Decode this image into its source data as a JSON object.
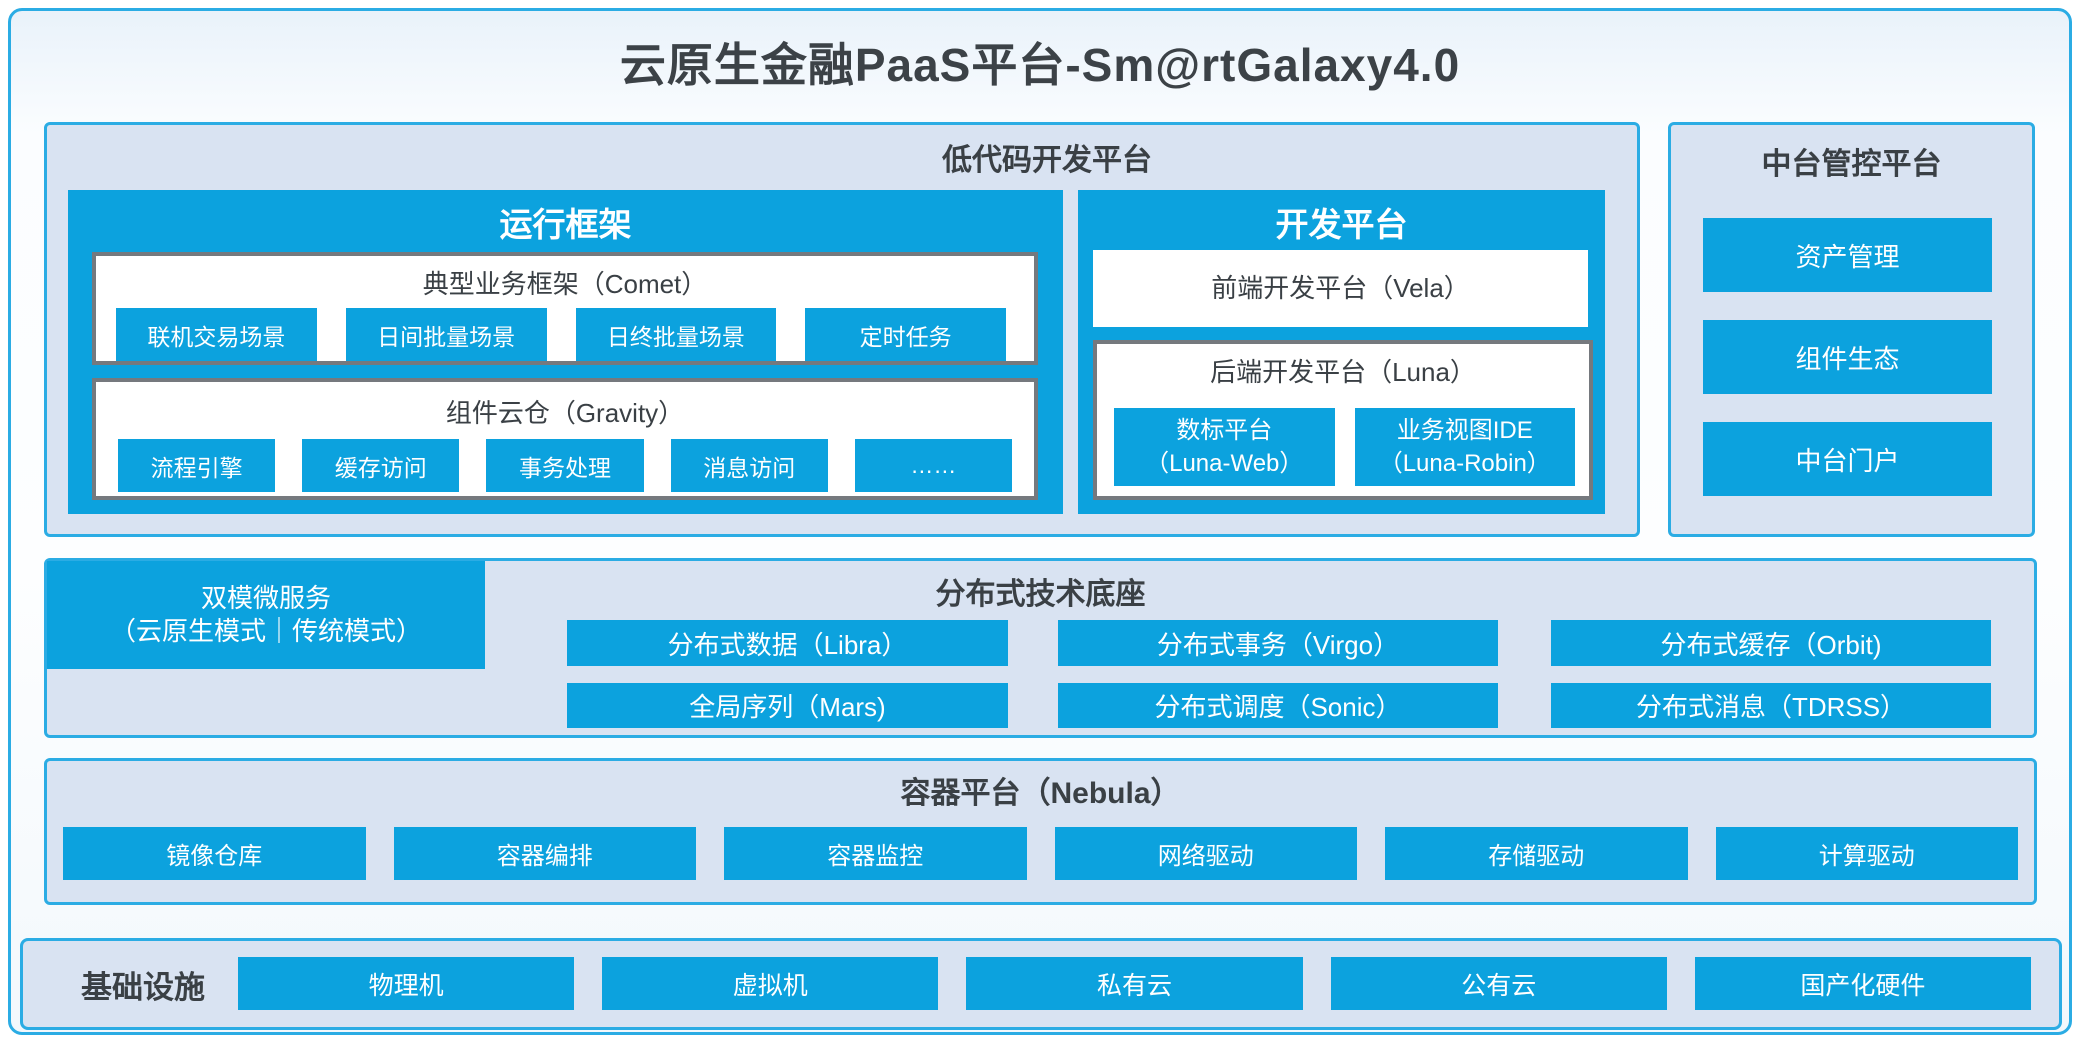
{
  "title": "云原生金融PaaS平台-Sm@rtGalaxy4.0",
  "colors": {
    "accent_blue": "#0CA2DE",
    "border_cyan": "#2BACE4",
    "panel_bg": "#D9E3F2",
    "dark_text": "#3A4045",
    "gray_box_border": "#75797E",
    "white": "#FFFFFF"
  },
  "low_code": {
    "title": "低代码开发平台",
    "runtime": {
      "title": "运行框架",
      "comet": {
        "title": "典型业务框架（Comet）",
        "items": [
          "联机交易场景",
          "日间批量场景",
          "日终批量场景",
          "定时任务"
        ]
      },
      "gravity": {
        "title": "组件云仓（Gravity）",
        "items": [
          "流程引擎",
          "缓存访问",
          "事务处理",
          "消息访问",
          "……"
        ]
      }
    },
    "dev": {
      "title": "开发平台",
      "vela_title": "前端开发平台（Vela）",
      "luna": {
        "title": "后端开发平台（Luna）",
        "items": [
          {
            "line1": "数标平台",
            "line2": "（Luna-Web）"
          },
          {
            "line1": "业务视图IDE",
            "line2": "（Luna-Robin）"
          }
        ]
      }
    }
  },
  "mid_control": {
    "title": "中台管控平台",
    "items": [
      "资产管理",
      "组件生态",
      "中台门户"
    ]
  },
  "distributed": {
    "title": "分布式技术底座",
    "dual_mode": {
      "line1": "双模微服务",
      "line2": "（云原生模式｜传统模式）"
    },
    "cells": [
      "分布式数据（Libra）",
      "分布式事务（Virgo）",
      "分布式缓存（Orbit)",
      "全局序列（Mars)",
      "分布式调度（Sonic）",
      "分布式消息（TDRSS）"
    ]
  },
  "container_platform": {
    "title": "容器平台（Nebula）",
    "items": [
      "镜像仓库",
      "容器编排",
      "容器监控",
      "网络驱动",
      "存储驱动",
      "计算驱动"
    ]
  },
  "infrastructure": {
    "title": "基础设施",
    "items": [
      "物理机",
      "虚拟机",
      "私有云",
      "公有云",
      "国产化硬件"
    ]
  }
}
